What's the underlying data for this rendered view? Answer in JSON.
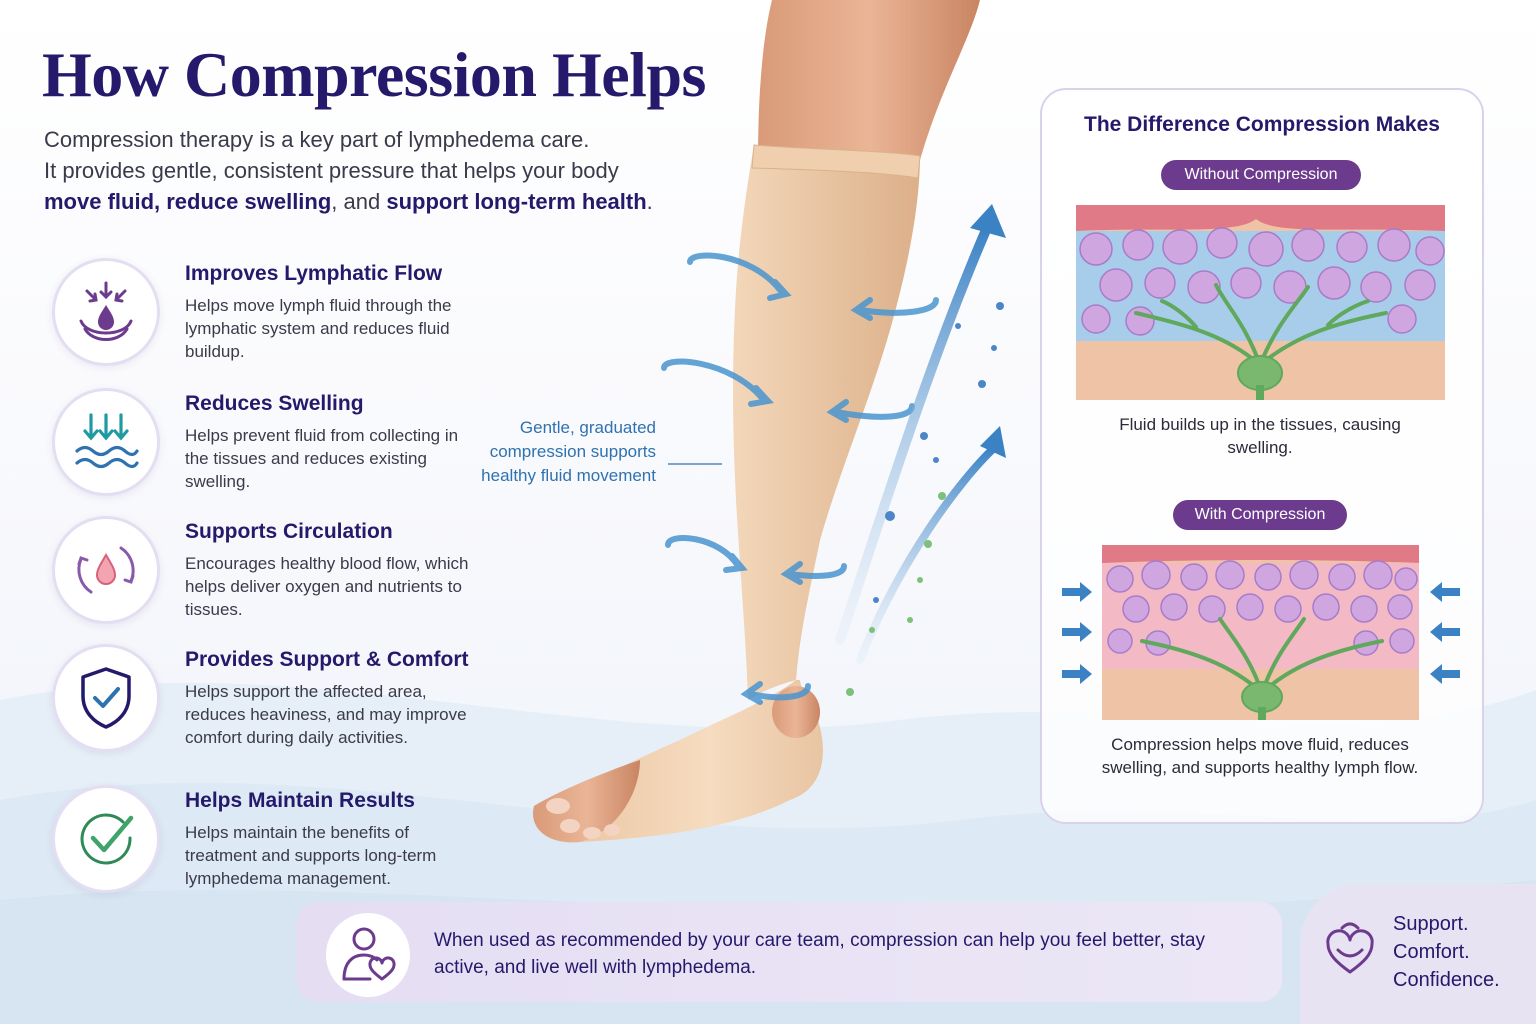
{
  "header": {
    "title": "How Compression Helps",
    "intro_line1": "Compression therapy is a key part of lymphedema care.",
    "intro_line2": "It provides gentle, consistent pressure that helps your body",
    "intro_bold1": "move fluid, reduce swelling",
    "intro_sep1": ", and ",
    "intro_bold2": "support long-term health",
    "intro_end": "."
  },
  "benefits": [
    {
      "icon": "droplet-pressure-icon",
      "title": "Improves Lymphatic Flow",
      "description": "Helps move lymph fluid through the lymphatic system and reduces fluid buildup."
    },
    {
      "icon": "down-arrows-waves-icon",
      "title": "Reduces Swelling",
      "description": "Helps prevent fluid from collecting in the tissues and reduces existing swelling."
    },
    {
      "icon": "circulation-droplet-icon",
      "title": "Supports Circulation",
      "description": "Encourages healthy blood flow, which helps deliver oxygen and nutrients to tissues."
    },
    {
      "icon": "shield-check-icon",
      "title": "Provides Support & Comfort",
      "description": "Helps support the affected area, reduces heaviness,  and may improve comfort during daily activities."
    },
    {
      "icon": "checkmark-icon",
      "title": "Helps Maintain Results",
      "description": "Helps maintain the benefits of treatment and supports long-term lymphedema management."
    }
  ],
  "leg": {
    "caption": "Gentle, graduated compression supports healthy fluid movement"
  },
  "comparison": {
    "title": "The Difference Compression Makes",
    "without_label": "Without Compression",
    "without_caption": "Fluid builds up in the tissues, causing swelling.",
    "with_label": "With Compression",
    "with_caption": "Compression helps move fluid, reduces swelling, and supports healthy lymph flow."
  },
  "banner": {
    "text": "When used as recommended by your care team, compression can help you feel better, stay active, and live well with lymphedema."
  },
  "tagline": {
    "line1": "Support.",
    "line2": "Comfort.",
    "line3": "Confidence."
  },
  "colors": {
    "title_navy": "#24196b",
    "accent_purple": "#6d3b8e",
    "arrow_blue": "#2f72b0",
    "stocking_beige": "#f0cfad",
    "skin": "#e9b596",
    "lymph_green": "#6fb36a"
  }
}
